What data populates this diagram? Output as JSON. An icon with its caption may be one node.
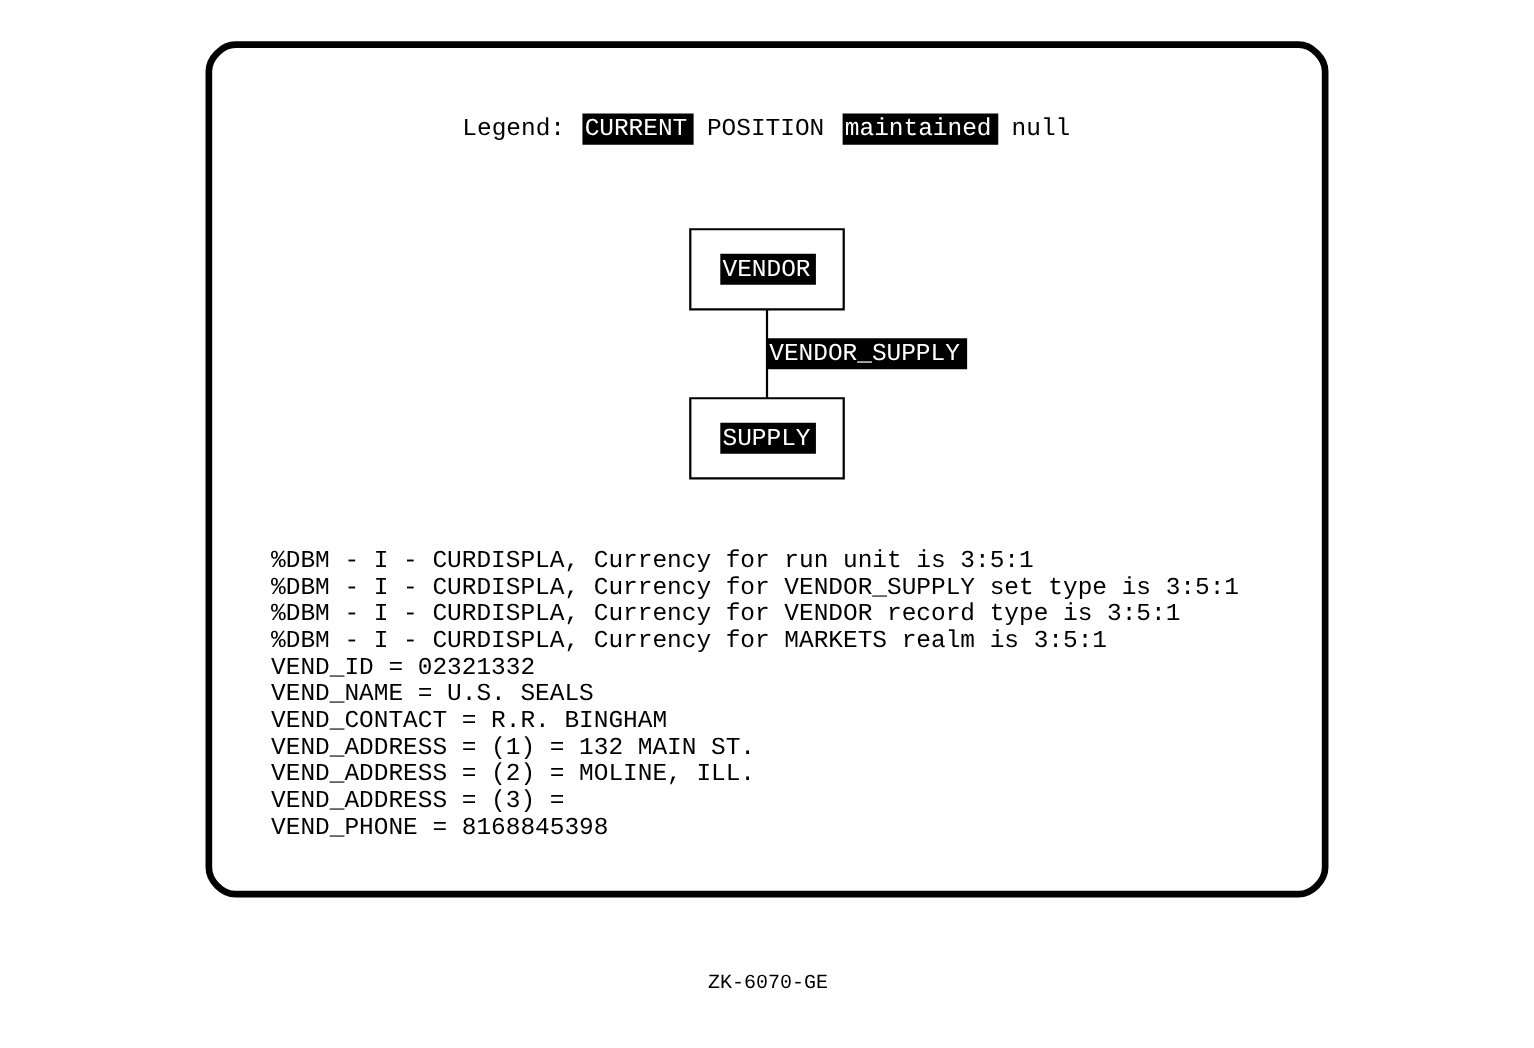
{
  "diagram": {
    "nodes": [
      {
        "text": [],
        "shape": "box"
      },
      {
        "text": [
          "VENDOR"
        ],
        "in": 0
      },
      {
        "text": [
          "SUPPLY"
        ],
        "in": 0
      }
    ],
    "edges": [
      {
        "from": 1,
        "to": 2,
        "arrow": "none",
        "label": "VENDOR_SUPPLY"
      }
    ],
    "labels": [
      "Legend:",
      "CURRENT",
      "POSITION",
      "maintained",
      "null",
      "%DBM - I - CURDISPLA, Currency for run unit is 3:5:1",
      "%DBM - I - CURDISPLA, Currency for VENDOR_SUPPLY set type is 3:5:1",
      "%DBM - I - CURDISPLA, Currency for VENDOR record type is 3:5:1",
      "%DBM - I - CURDISPLA, Currency for MARKETS realm is 3:5:1",
      "VEND_ID = 02321332",
      "VEND_NAME = U.S. SEALS",
      "VEND_CONTACT = R.R. BINGHAM",
      "VEND_ADDRESS = (1) = 132 MAIN ST.",
      "VEND_ADDRESS = (2) = MOLINE, ILL.",
      "VEND_ADDRESS = (3) =",
      "VEND_PHONE = 8168845398",
      "ZK-6070-GE"
    ]
  }
}
